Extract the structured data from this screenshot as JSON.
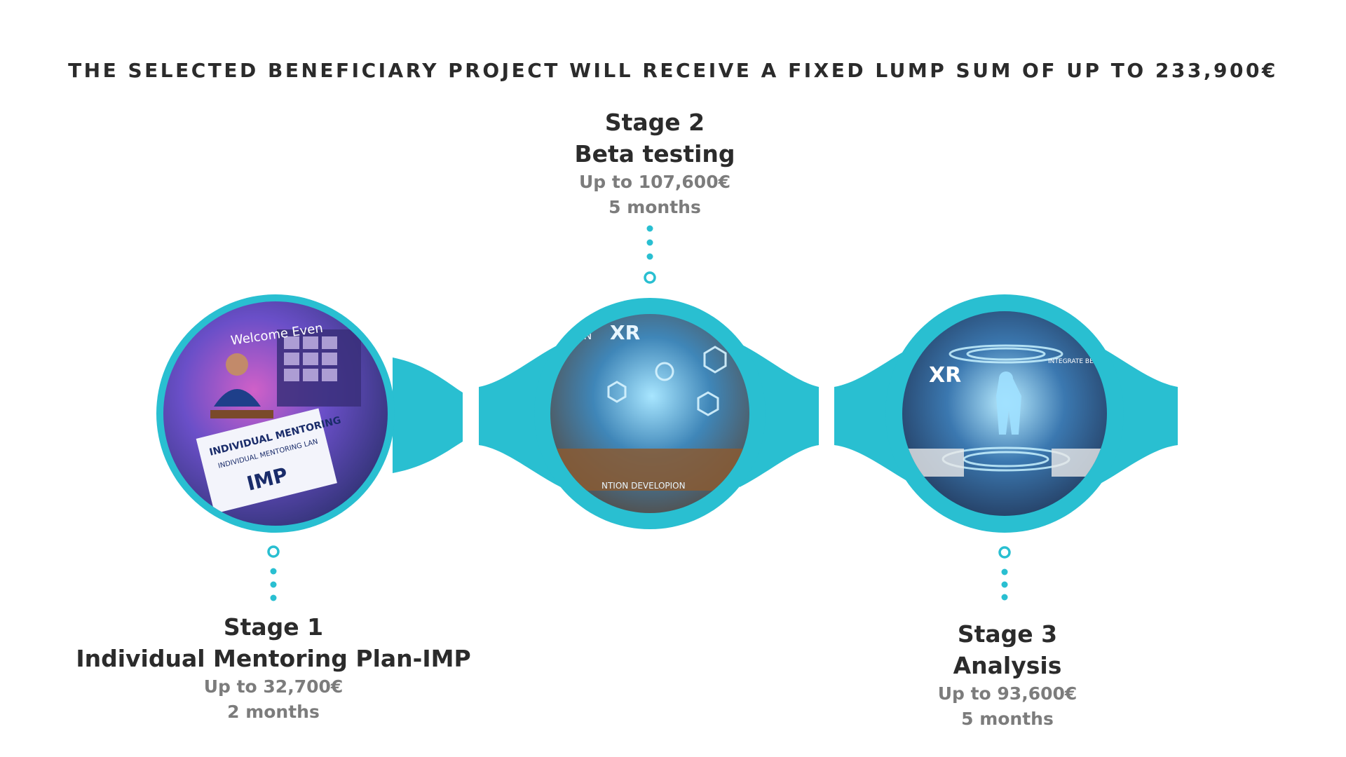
{
  "headline": "THE SELECTED BENEFICIARY PROJECT WILL RECEIVE A FIXED LUMP SUM OF UP TO 233,900€",
  "colors": {
    "accent": "#29bfd1",
    "heading": "#2b2b2b",
    "muted": "#7c7c7c"
  },
  "stages": [
    {
      "stage": "Stage 1",
      "name": "Individual Mentoring Plan-IMP",
      "amount": "Up to 32,700€",
      "duration": "2 months",
      "image_texts": [
        "Welcome Even",
        "INDIVIDUAL MENTORING",
        "INDIVIDUAL MENTORING LAN",
        "IMP"
      ]
    },
    {
      "stage": "Stage 2",
      "name": "Beta testing",
      "amount": "Up to 107,600€",
      "duration": "5 months",
      "image_texts": [
        "XR",
        "ION",
        "NTION DEVELOPION"
      ]
    },
    {
      "stage": "Stage 3",
      "name": "Analysis",
      "amount": "Up to 93,600€",
      "duration": "5 months",
      "image_texts": [
        "XR",
        "INTEGRATE BENEFFIES"
      ]
    }
  ]
}
